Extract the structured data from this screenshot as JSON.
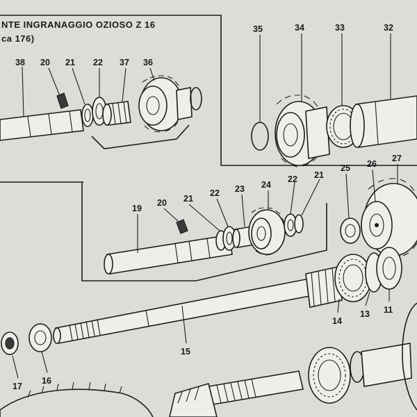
{
  "title": "NTE INGRANAGGIO OZIOSO  Z 16",
  "subtitle": "ca 176)",
  "labels": {
    "p38": "38",
    "p20a": "20",
    "p21a": "21",
    "p22a": "22",
    "p37": "37",
    "p36": "36",
    "p35": "35",
    "p34": "34",
    "p33": "33",
    "p32": "32",
    "p19": "19",
    "p20b": "20",
    "p21b": "21",
    "p22b": "22",
    "p23": "23",
    "p24": "24",
    "p22c": "22",
    "p21c": "21",
    "p25": "25",
    "p26": "26",
    "p27": "27",
    "p14": "14",
    "p13": "13",
    "p11": "11",
    "p15": "15",
    "p16": "16",
    "p17": "17"
  }
}
